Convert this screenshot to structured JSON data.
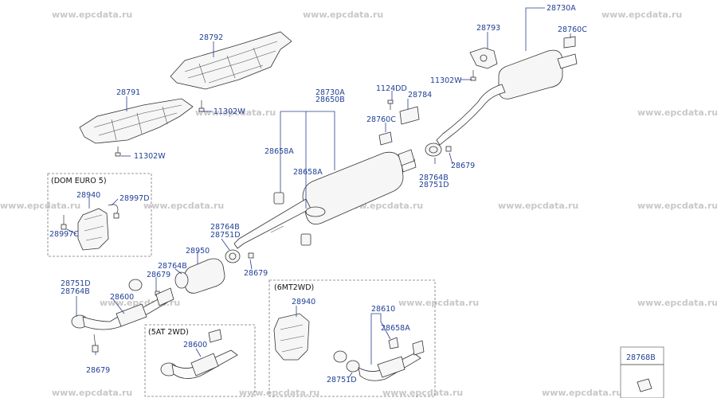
{
  "watermarks": [
    "www.epcdata.ru",
    "www.epcdata.ru",
    "www.epcdata.ru",
    "www.epcdata.ru",
    "www.epcdata.ru",
    "www.epcdata.ru",
    "www.epcdata.ru",
    "www.epcdata.ru",
    "www.epcdata.ru",
    "www.epcdata.ru",
    "www.epcdata.ru",
    "www.epcdata.ru",
    "www.epcdata.ru",
    "www.epcdata.ru",
    "www.epcdata.ru",
    "www.epcdata.ru",
    "www.epcdata.ru"
  ],
  "labels": {
    "p28730A_top": "28730A",
    "p28793": "28793",
    "p28760C_top": "28760C",
    "p11302W_right": "11302W",
    "p28792": "28792",
    "p11302W_mid": "11302W",
    "p28791": "28791",
    "p11302W_left": "11302W",
    "p28730A_mid": "28730A",
    "p28650B": "28650B",
    "p1124DD": "1124DD",
    "p28784": "28784",
    "p28760C_mid": "28760C",
    "p28658A_a": "28658A",
    "p28658A_b": "28658A",
    "p28764B_r": "28764B",
    "p28751D_r": "28751D",
    "p28679_r": "28679",
    "p28764B_m": "28764B",
    "p28751D_m": "28751D",
    "p28950": "28950",
    "p28679_m": "28679",
    "p28764B_l": "28764B",
    "p28679_l": "28679",
    "p28751D_l": "28751D",
    "p28764B_ll": "28764B",
    "p28600": "28600",
    "p28679_bot": "28679",
    "p28940_euro": "28940",
    "p28997D": "28997D",
    "p28997C": "28997C",
    "p28600_5at": "28600",
    "p28940_6mt": "28940",
    "p28610": "28610",
    "p28658A_6mt": "28658A",
    "p28751D_6mt": "28751D",
    "p28768B": "28768B"
  },
  "captions": {
    "dom_euro5": "(DOM EURO 5)",
    "at_2wd": "(5AT 2WD)",
    "mt_2wd": "(6MT2WD)"
  }
}
